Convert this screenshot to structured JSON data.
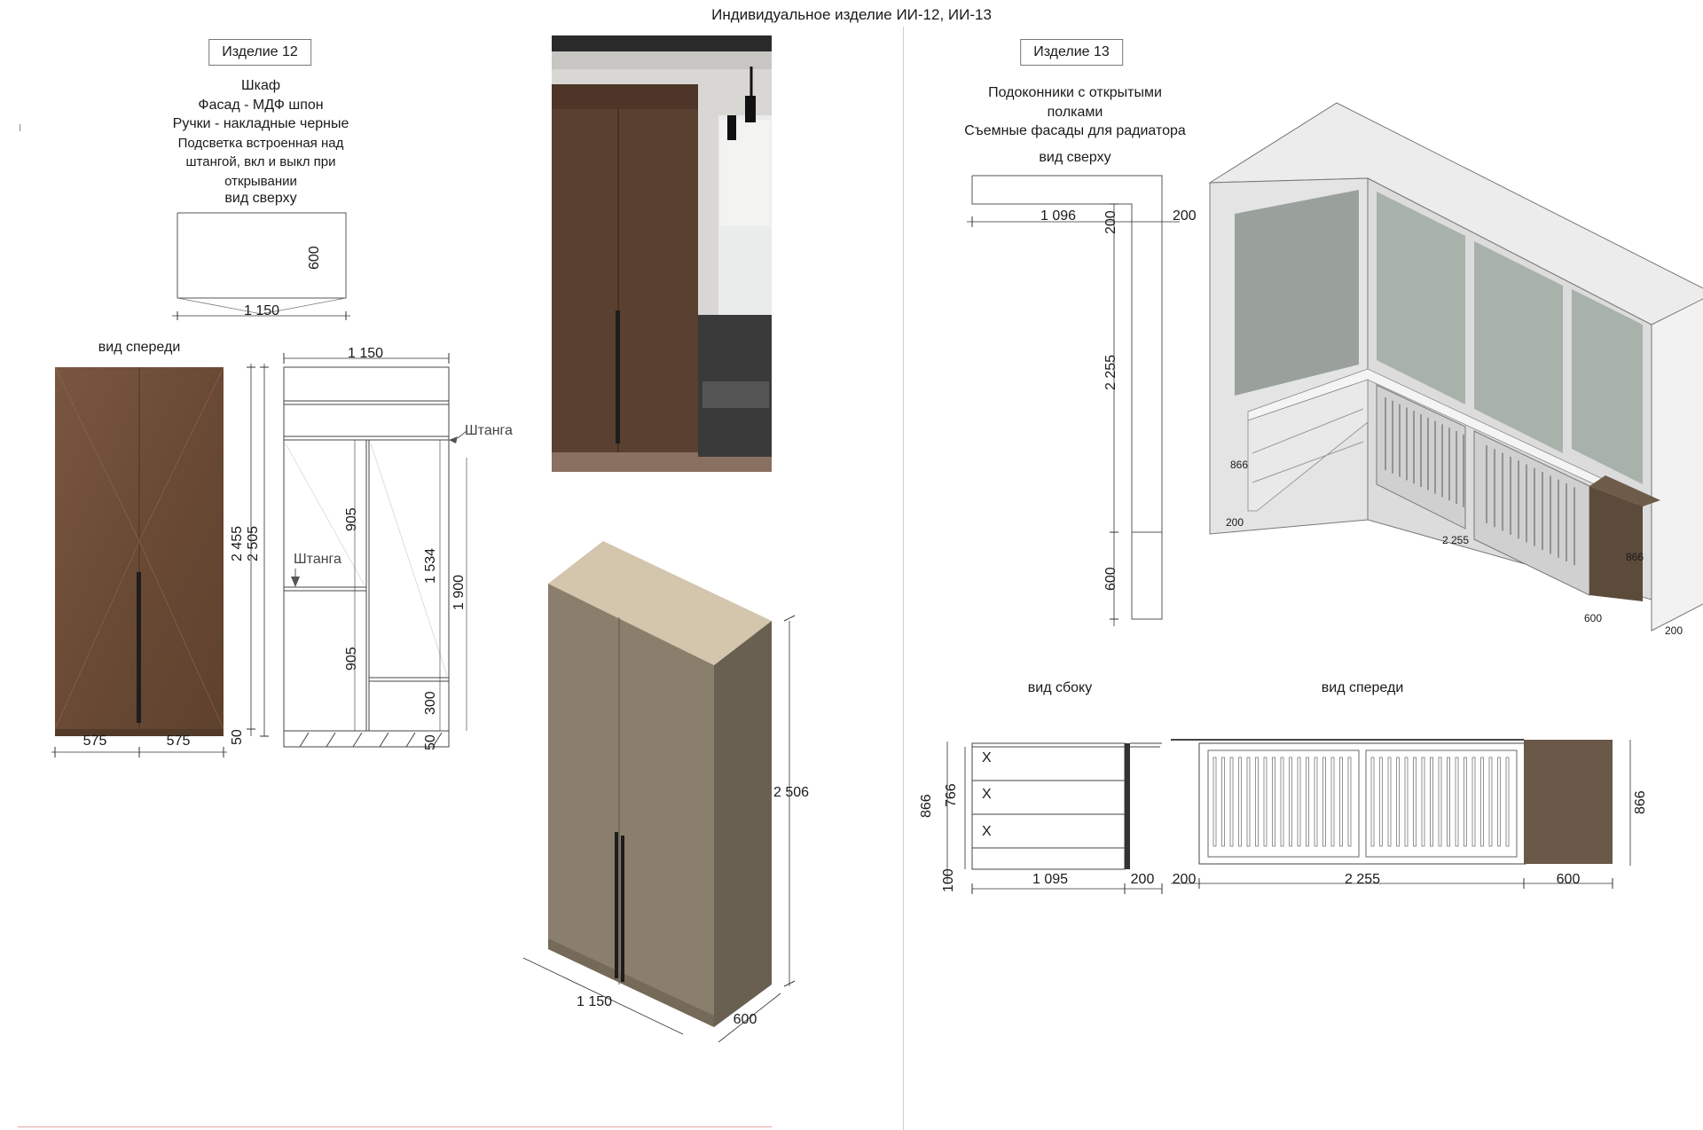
{
  "sheet": {
    "title": "Индивидуальное изделие ИИ-12, ИИ-13"
  },
  "item12": {
    "label": "Изделие 12",
    "desc": [
      "Шкаф",
      "Фасад - МДФ шпон",
      "Ручки - накладные черные",
      "Подсветка  встроенная над",
      "штангой, вкл и выкл при",
      "открывании"
    ],
    "top_view_title": "вид сверху",
    "front_view_title": "вид спереди",
    "top_dims": {
      "depth": "600",
      "width": "1 150"
    },
    "front_dims": {
      "h1": "2 455",
      "h2": "2 505",
      "w_left": "575",
      "w_right": "575",
      "plinth": "50"
    },
    "section_dims": {
      "width": "1 150",
      "upper": "905",
      "lower": "905",
      "right_inner": "1 534",
      "right_total": "1 900",
      "drawer": "300",
      "base": "50"
    },
    "rod_label": "Штанга",
    "iso_dims": {
      "height": "2 506",
      "width": "1 150",
      "depth": "600"
    }
  },
  "item13": {
    "label": "Изделие 13",
    "desc": [
      "Подоконники с открытыми",
      "полками",
      "Съемные фасады для радиатора"
    ],
    "top_view_title": "вид сверху",
    "top_dims": {
      "left": "1 096",
      "thick_a": "200",
      "thick_b": "200",
      "long": "2 255",
      "end": "600"
    },
    "iso_dims": {
      "height_left": "866",
      "depth_left": "200",
      "long": "2 255",
      "end": "600",
      "height_right": "866",
      "depth_right": "200"
    },
    "side_view_title": "вид сбоку",
    "front_view_title": "вид спереди",
    "side_dims": {
      "total": "866",
      "inner": "766",
      "base": "100",
      "width": "1 095",
      "thick": "200"
    },
    "front_dims": {
      "left": "200",
      "mid": "2 255",
      "right": "600",
      "height": "866"
    },
    "shelf_mark": "X"
  },
  "colors": {
    "walnut": "#6b4a35",
    "taupe": "#8a7e6c",
    "taupe_dark": "#6a6051",
    "taupe_top": "#d3c6ad",
    "dark_wood": "#5c4b3b",
    "wall": "#e7e7e7",
    "glass": "#a9b1ab"
  }
}
